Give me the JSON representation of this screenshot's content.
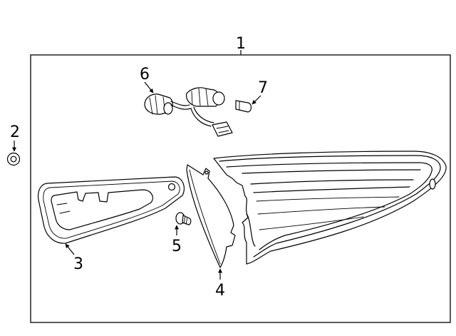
{
  "diagram": {
    "callouts": {
      "assembly": "1",
      "nut": "2",
      "gasket": "3",
      "bracket": "4",
      "bolt": "5",
      "socket_harness": "6",
      "bulb": "7"
    }
  }
}
